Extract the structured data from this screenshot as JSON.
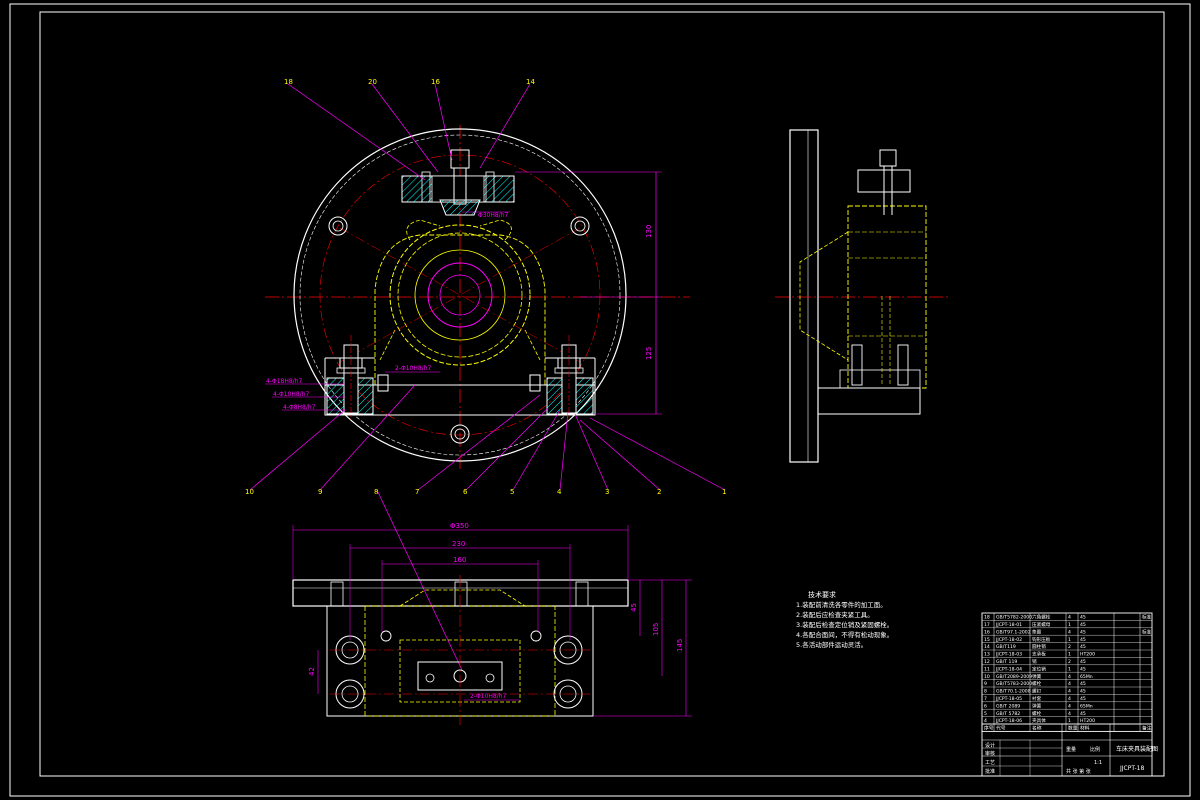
{
  "balloons": {
    "b18": "18",
    "b20": "20",
    "b16": "16",
    "b14": "14",
    "b10": "10",
    "b9": "9",
    "b8": "8",
    "b7": "7",
    "b6": "6",
    "b5": "5",
    "b4": "4",
    "b3": "3",
    "b2": "2",
    "b1": "1"
  },
  "front_view": {
    "fit_top": "Φ30H8/h7",
    "dim_vertical_1": "130",
    "dim_vertical_2": "125",
    "fit_left_1": "4-Φ18H8/h7",
    "fit_left_2": "4-Φ10H8/h7",
    "fit_left_3": "4-Φ8H8/h7",
    "fit_mid": "2-Φ10H8/h7"
  },
  "bottom_view": {
    "dim_overall": "Φ350",
    "dim_230": "230",
    "dim_160": "160",
    "dim_45": "45",
    "dim_105": "105",
    "dim_145": "145",
    "dim_left": "42",
    "fit_pin": "2-Φ10H8/h7"
  },
  "tech_requirements": {
    "title": "技术要求",
    "lines": [
      "1.装配前清洗各零件的加工面。",
      "2.装配后应检查夹紧工具。",
      "3.装配后检查定位销及紧固螺栓。",
      "4.各配合面间，不得有松动现象。",
      "5.各活动部件运动灵活。"
    ]
  },
  "parts_table": {
    "rows": [
      [
        "18",
        "GB/T5782-2000",
        "六角螺栓",
        "4",
        "45",
        "标准"
      ],
      [
        "17",
        "JJCPT-18-01",
        "压紧螺母",
        "1",
        "45",
        ""
      ],
      [
        "16",
        "GB/T97.1-2002",
        "垫圈",
        "4",
        "45",
        "标准"
      ],
      [
        "15",
        "JJCPT-18-02",
        "钩形压板",
        "1",
        "45",
        ""
      ],
      [
        "14",
        "GB/T119",
        "圆柱销",
        "2",
        "45",
        ""
      ],
      [
        "13",
        "JJCPT-18-03",
        "支承板",
        "1",
        "HT200",
        ""
      ],
      [
        "12",
        "GB/T 119",
        "销",
        "2",
        "45",
        ""
      ],
      [
        "11",
        "JJCPT-18-04",
        "定位销",
        "1",
        "45",
        ""
      ],
      [
        "10",
        "GB/T2089-2009",
        "弹簧",
        "4",
        "65Mn",
        ""
      ],
      [
        "9",
        "GB/T5783-2000",
        "螺栓",
        "4",
        "45",
        ""
      ],
      [
        "8",
        "GB/T70.1-2008",
        "螺钉",
        "4",
        "45",
        ""
      ],
      [
        "7",
        "JJCPT-18-05",
        "衬套",
        "4",
        "45",
        ""
      ],
      [
        "6",
        "GB/T 2089",
        "弹簧",
        "4",
        "65Mn",
        ""
      ],
      [
        "5",
        "GB/T 5782",
        "螺栓",
        "4",
        "45",
        ""
      ],
      [
        "4",
        "JJCPT-18-06",
        "夹具体",
        "1",
        "HT200",
        ""
      ]
    ],
    "header": [
      "序号",
      "代号",
      "名称",
      "数量",
      "材料",
      "备注"
    ]
  },
  "title_block": {
    "drawing_name": "车床夹具装配图",
    "drawing_no": "JJCPT-18",
    "scale_label": "比例",
    "sheet_label": "共 张 第 张",
    "design_label": "设计",
    "check_label": "审核",
    "process_label": "工艺",
    "approve_label": "批准",
    "weight_label": "重量",
    "ratio_value": "1:1"
  },
  "colors": {
    "background": "#000000",
    "outline": "#ffffff",
    "centerline": "#ff0000",
    "leader": "#ff00ff",
    "hidden": "#ffff00",
    "section": "#00ffff",
    "yellow": "#ffff00"
  }
}
